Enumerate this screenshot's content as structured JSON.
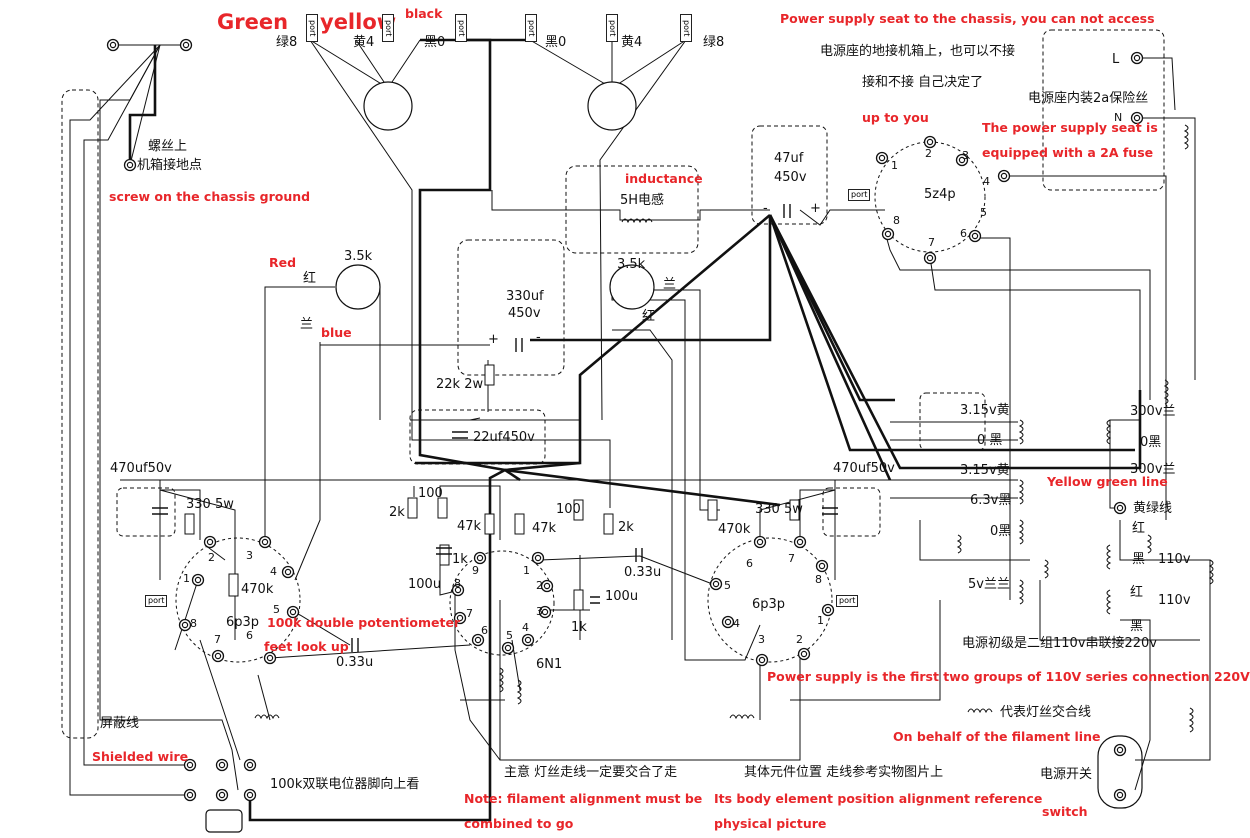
{
  "en": {
    "green": "Green",
    "yellow": "yellow",
    "black": "black",
    "chassis_note": "Power supply seat to the chassis, you can not access",
    "up_to_you": "up to you",
    "fuse_note_1": "The power supply seat is",
    "fuse_note_2": "equipped with a 2A fuse",
    "screw_ground": "screw on the chassis ground",
    "inductance": "inductance",
    "red": "Red",
    "blue": "blue",
    "yellow_green_line": "Yellow green line",
    "pot_100k": "100k double potentiometer",
    "feet_look_up": "feet look up",
    "primary_note": "Power supply is the first two groups of 110V series connection 220V",
    "filament_line": "On behalf of the filament line",
    "shielded": "Shielded wire",
    "note_1": "Note: filament alignment must be",
    "note_2": "combined to go",
    "position_1": "Its body element position alignment reference",
    "position_2": "physical picture",
    "switch": "switch"
  },
  "cn": {
    "green8_l": "绿8",
    "yellow4_l": "黄4",
    "black0_l": "黑0",
    "black0_r": "黑0",
    "yellow4_r": "黄4",
    "green8_r": "绿8",
    "chassis_1": "电源座的地接机箱上，也可以不接",
    "chassis_2": "接和不接 自己决定了",
    "fuse_cn": "电源座内装2a保险丝",
    "screw_1": "螺丝上",
    "screw_2": "机箱接地点",
    "choke": "5H电感",
    "red_l": "红",
    "blue_l": "兰",
    "blue_r": "兰",
    "red_r": "红",
    "shield": "屏蔽线",
    "pot_cn": "100k双联电位器脚向上看",
    "note_cn": "主意  灯丝走线一定要交合了走",
    "pos_cn": "其体元件位置 走线参考实物图片上",
    "switch_cn": "电源开关",
    "primary_cn": "电源初级是二组110v串联接220v",
    "filament_cn": "代表灯丝交合线",
    "yg_cn": "黄绿线",
    "red1": "红",
    "black1": "黑",
    "red2": "红",
    "black2": "黑"
  },
  "parts": {
    "port": "port",
    "c47": "47uf",
    "c47v": "450v",
    "c330": "330uf",
    "c330v": "450v",
    "r22k": "22k  2w",
    "c22": "22uf450v",
    "r35k_l": "3.5k",
    "r35k_r": "3.5k",
    "c470_l": "470uf50v",
    "c470_r": "470uf50v",
    "r330_l": "330  5w",
    "r330_r": "330  5w",
    "r470k_l": "470k",
    "r470k_r": "470k",
    "tube_l": "6p3p",
    "tube_r": "6p3p",
    "tube_m": "6N1",
    "rect": "5z4p",
    "r2k_l": "2k",
    "r2k_r": "2k",
    "r100_l": "100",
    "r100_r": "100",
    "r47k_l": "47k",
    "r47k_r": "47k",
    "r1k_l": "1k",
    "r1k_r": "1k",
    "c100u_l": "100u",
    "c100u_r": "100u",
    "c033_l": "0.33u",
    "c033_r": "0.33u",
    "plus": "+",
    "minus": "-",
    "L": "L",
    "N": "N"
  },
  "xfmr": {
    "t315a": "3.15v黄",
    "t0a": "0 黑",
    "t315b": "3.15v黄",
    "t63": "6.3v黑",
    "t0b": "0黑",
    "t5v": "5v兰兰",
    "t300a": "300v兰",
    "t0c": "0黑",
    "t300b": "300v兰",
    "t110a": "110v",
    "t110b": "110v"
  },
  "pins": {
    "left": [
      "1",
      "2",
      "3",
      "4",
      "5",
      "6",
      "7",
      "8"
    ],
    "mid": [
      "1",
      "2",
      "3",
      "4",
      "5",
      "6",
      "7",
      "8",
      "9"
    ],
    "right": [
      "1",
      "2",
      "3",
      "4",
      "5",
      "6",
      "7",
      "8"
    ],
    "rect": [
      "1",
      "2",
      "3",
      "4",
      "5",
      "6",
      "7",
      "8"
    ]
  }
}
